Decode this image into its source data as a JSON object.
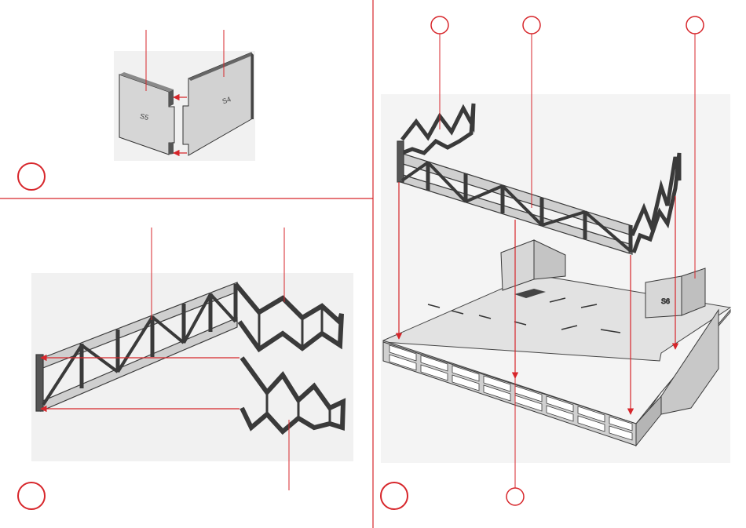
{
  "colors": {
    "divider": "#d7262b",
    "leader": "#d7262b",
    "step_circle": "#d7262b",
    "part_fill": "#d9d9d9",
    "part_dark": "#555555",
    "part_edge": "#333333",
    "photo_bg": "#ededed"
  },
  "panels": {
    "top_left": {
      "step_number": "",
      "wall_left": {
        "part_label": "S5"
      },
      "wall_right": {
        "part_label": "S4"
      }
    },
    "bottom_left": {
      "step_number": ""
    },
    "right": {
      "step_number": "",
      "callouts": [
        "",
        "",
        "",
        ""
      ],
      "small_wall": {
        "part_label": "S6"
      }
    }
  }
}
